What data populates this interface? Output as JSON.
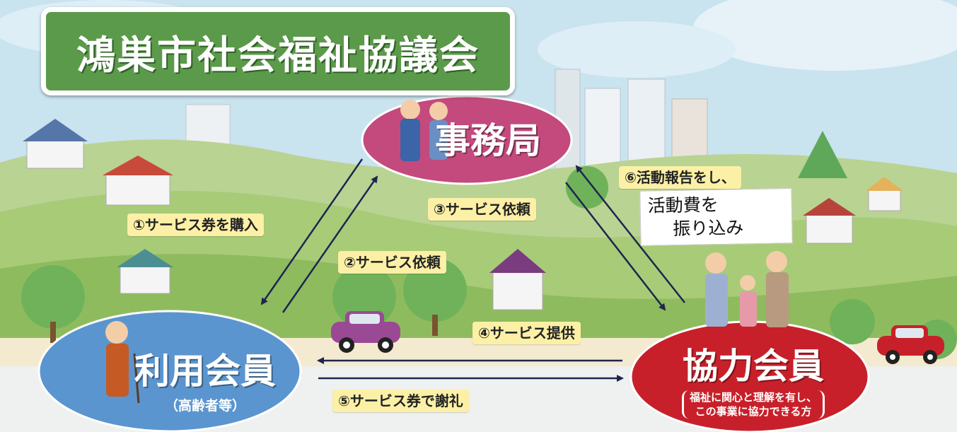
{
  "title": "鴻巣市社会福祉協議会",
  "nodes": {
    "office": {
      "label": "事務局"
    },
    "user": {
      "label": "利用会員",
      "sublabel": "（高齢者等）"
    },
    "cooperator": {
      "label": "協力会員",
      "sublabel_line1": "福祉に関心と理解を有し、",
      "sublabel_line2": "この事業に協力できる方"
    }
  },
  "steps": {
    "s1": "①サービス券を購入",
    "s2": "②サービス依頼",
    "s3": "③サービス依頼",
    "s4": "④サービス提供",
    "s5": "⑤サービス券で謝礼",
    "s6": "⑥活動報告をし、"
  },
  "handwritten_note": {
    "line1": "活動費を",
    "line2": "振り込み"
  },
  "colors": {
    "title_bg": "#5b9a4a",
    "office": "#c44a7d",
    "user": "#5a95cf",
    "cooperator": "#c8202a",
    "step_label_bg": "#fbf0a6",
    "arrow": "#1d2550"
  }
}
